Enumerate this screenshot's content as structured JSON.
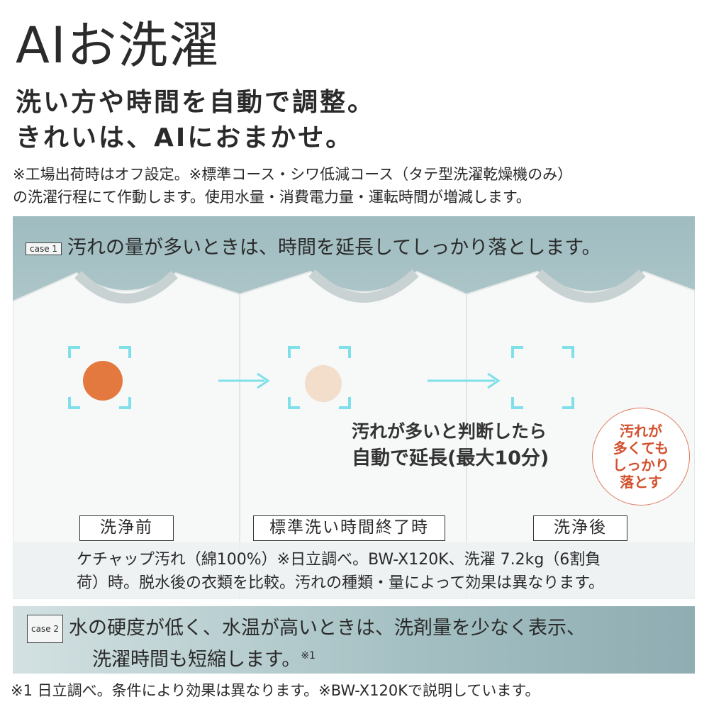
{
  "title": "AIお洗濯",
  "subtitle": [
    "洗い方や時間を自動で調整。",
    "きれいは、AIにおまかせ。"
  ],
  "notes": [
    "※工場出荷時はオフ設定。※標準コース・シワ低減コース（タテ型洗濯乾燥機のみ）",
    "の洗濯行程にて作動します。使用水量・消費電力量・運転時間が増減します。"
  ],
  "case1": {
    "tag": "case 1",
    "heading": "汚れの量が多いときは、時間を延長してしっかり落とします。",
    "labels": [
      "洗浄前",
      "標準洗い時間終了時",
      "洗浄後"
    ],
    "callout": [
      "汚れが多いと判断したら",
      "自動で延長(最大10分)"
    ],
    "badge": [
      "汚れが",
      "多くても",
      "しっかり",
      "落とす"
    ],
    "caption": [
      "ケチャップ汚れ（綿100%）※日立調べ。BW-X120K、洗濯 7.2kg（6割負",
      "荷）時。脱水後の衣類を比較。汚れの種類・量によって効果は異なります。"
    ]
  },
  "case2": {
    "tag": "case 2",
    "lines": [
      "水の硬度が低く、水温が高いときは、洗剤量を少なく表示、",
      "洗濯時間も短縮します。"
    ],
    "sup": "※1"
  },
  "footer": "※1 日立調べ。条件により効果は異なります。※BW-X120Kで説明しています。",
  "colors": {
    "accent": "#7fe0ea",
    "badge": "#d2512e",
    "stain": "#e06a2a"
  }
}
